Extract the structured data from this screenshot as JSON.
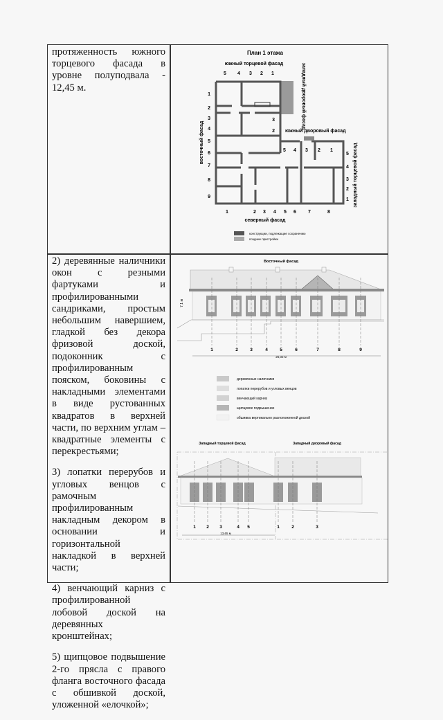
{
  "row1": {
    "text": "протяженность южного торцевого фасада в уровне полуподвала - 12,45 м.",
    "plan": {
      "title": "План 1 этажа",
      "top_label": "южный торцевой фасад",
      "top_numbers": [
        "5",
        "4",
        "3",
        "2",
        "1"
      ],
      "left_label": "восточный фасад",
      "left_numbers": [
        "1",
        "2",
        "3",
        "4",
        "5",
        "6",
        "7",
        "8",
        "9"
      ],
      "west_yard_label": "западный дворовый фасад",
      "south_yard_label": "южный дворовый фасад",
      "south_yard_numbers": [
        "5",
        "4",
        "3",
        "2",
        "1"
      ],
      "inner_numbers": [
        "3",
        "2"
      ],
      "right_label": "западный торцевой фасад",
      "right_numbers": [
        "5",
        "4",
        "3",
        "2",
        "1"
      ],
      "bottom_label": "северный фасад",
      "bottom_numbers": [
        "1",
        "2",
        "3",
        "4",
        "5",
        "6",
        "7",
        "8"
      ],
      "legend": [
        {
          "label": "конструкции, подлежащие сохранению",
          "color": "#555555"
        },
        {
          "label": "поздние пристройки",
          "color": "#aaaaaa"
        }
      ]
    }
  },
  "row2": {
    "paragraphs": [
      "2) деревянные наличники окон с резными фартуками и профилированными сандриками, простым небольшим навершием, гладкой без декора фризовой доской, подоконник с профилированным пояском, боковины с накладными элементами в виде рустованных квадратов в верхней части, по верхним углам – квадратные элементы с перекрестьями;",
      "3) лопатки перерубов и угловых венцов с рамочным профилированным накладным декором в основании и горизонтальной накладкой в верхней части;",
      "4) венчающий карниз с профилированной лобовой доской на деревянных кронштейнах;",
      "5) щипцовое подвышение 2-го прясла с правого фланга восточного фасада с обшивкой доской, уложенной «елочкой»;"
    ],
    "east_facade": {
      "title": "Восточный фасад",
      "height_label": "7,1 м",
      "axis_numbers": [
        "1",
        "2",
        "3",
        "4",
        "5",
        "6",
        "7",
        "8",
        "9"
      ],
      "width_label": "26,02 м"
    },
    "legend": [
      {
        "label": "деревянные наличники",
        "color": "#c9c9c9"
      },
      {
        "label": "лопатки перерубов и угловых венцов",
        "color": "#dedede"
      },
      {
        "label": "венчающий карниз",
        "color": "#d2d2d2"
      },
      {
        "label": "щипцовое подвышение",
        "color": "#b5b5b5"
      },
      {
        "label": "обшивка вертикально расположенной доской",
        "color": "#f2f2f2"
      }
    ],
    "west_facades": {
      "title_left": "Западный торцевой фасад",
      "title_right": "Западный дворовый фасад",
      "left_numbers": [
        "1",
        "2",
        "3",
        "4",
        "5"
      ],
      "right_numbers": [
        "1",
        "2",
        "3"
      ],
      "width_label": "13,65 м"
    }
  }
}
